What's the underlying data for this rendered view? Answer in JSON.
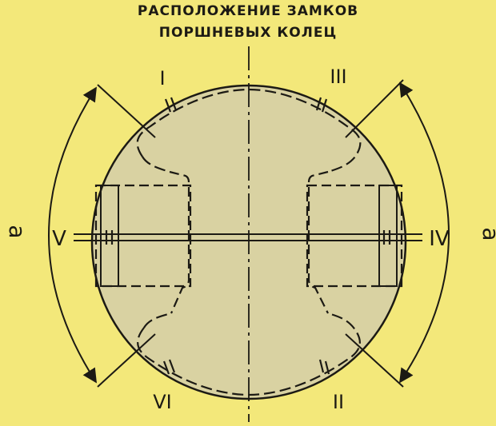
{
  "title": {
    "line1": "РАСПОЛОЖЕНИЕ ЗАМКОВ",
    "line2": "ПОРШНЕВЫХ КОЛЕЦ"
  },
  "ring_labels": {
    "I": "I",
    "II": "II",
    "III": "III",
    "IV": "IV",
    "V": "V",
    "VI": "VI"
  },
  "angle_label": "a",
  "colors": {
    "background": "#f3e87a",
    "piston": "#d9d2a2",
    "ink": "#1c1a14"
  }
}
